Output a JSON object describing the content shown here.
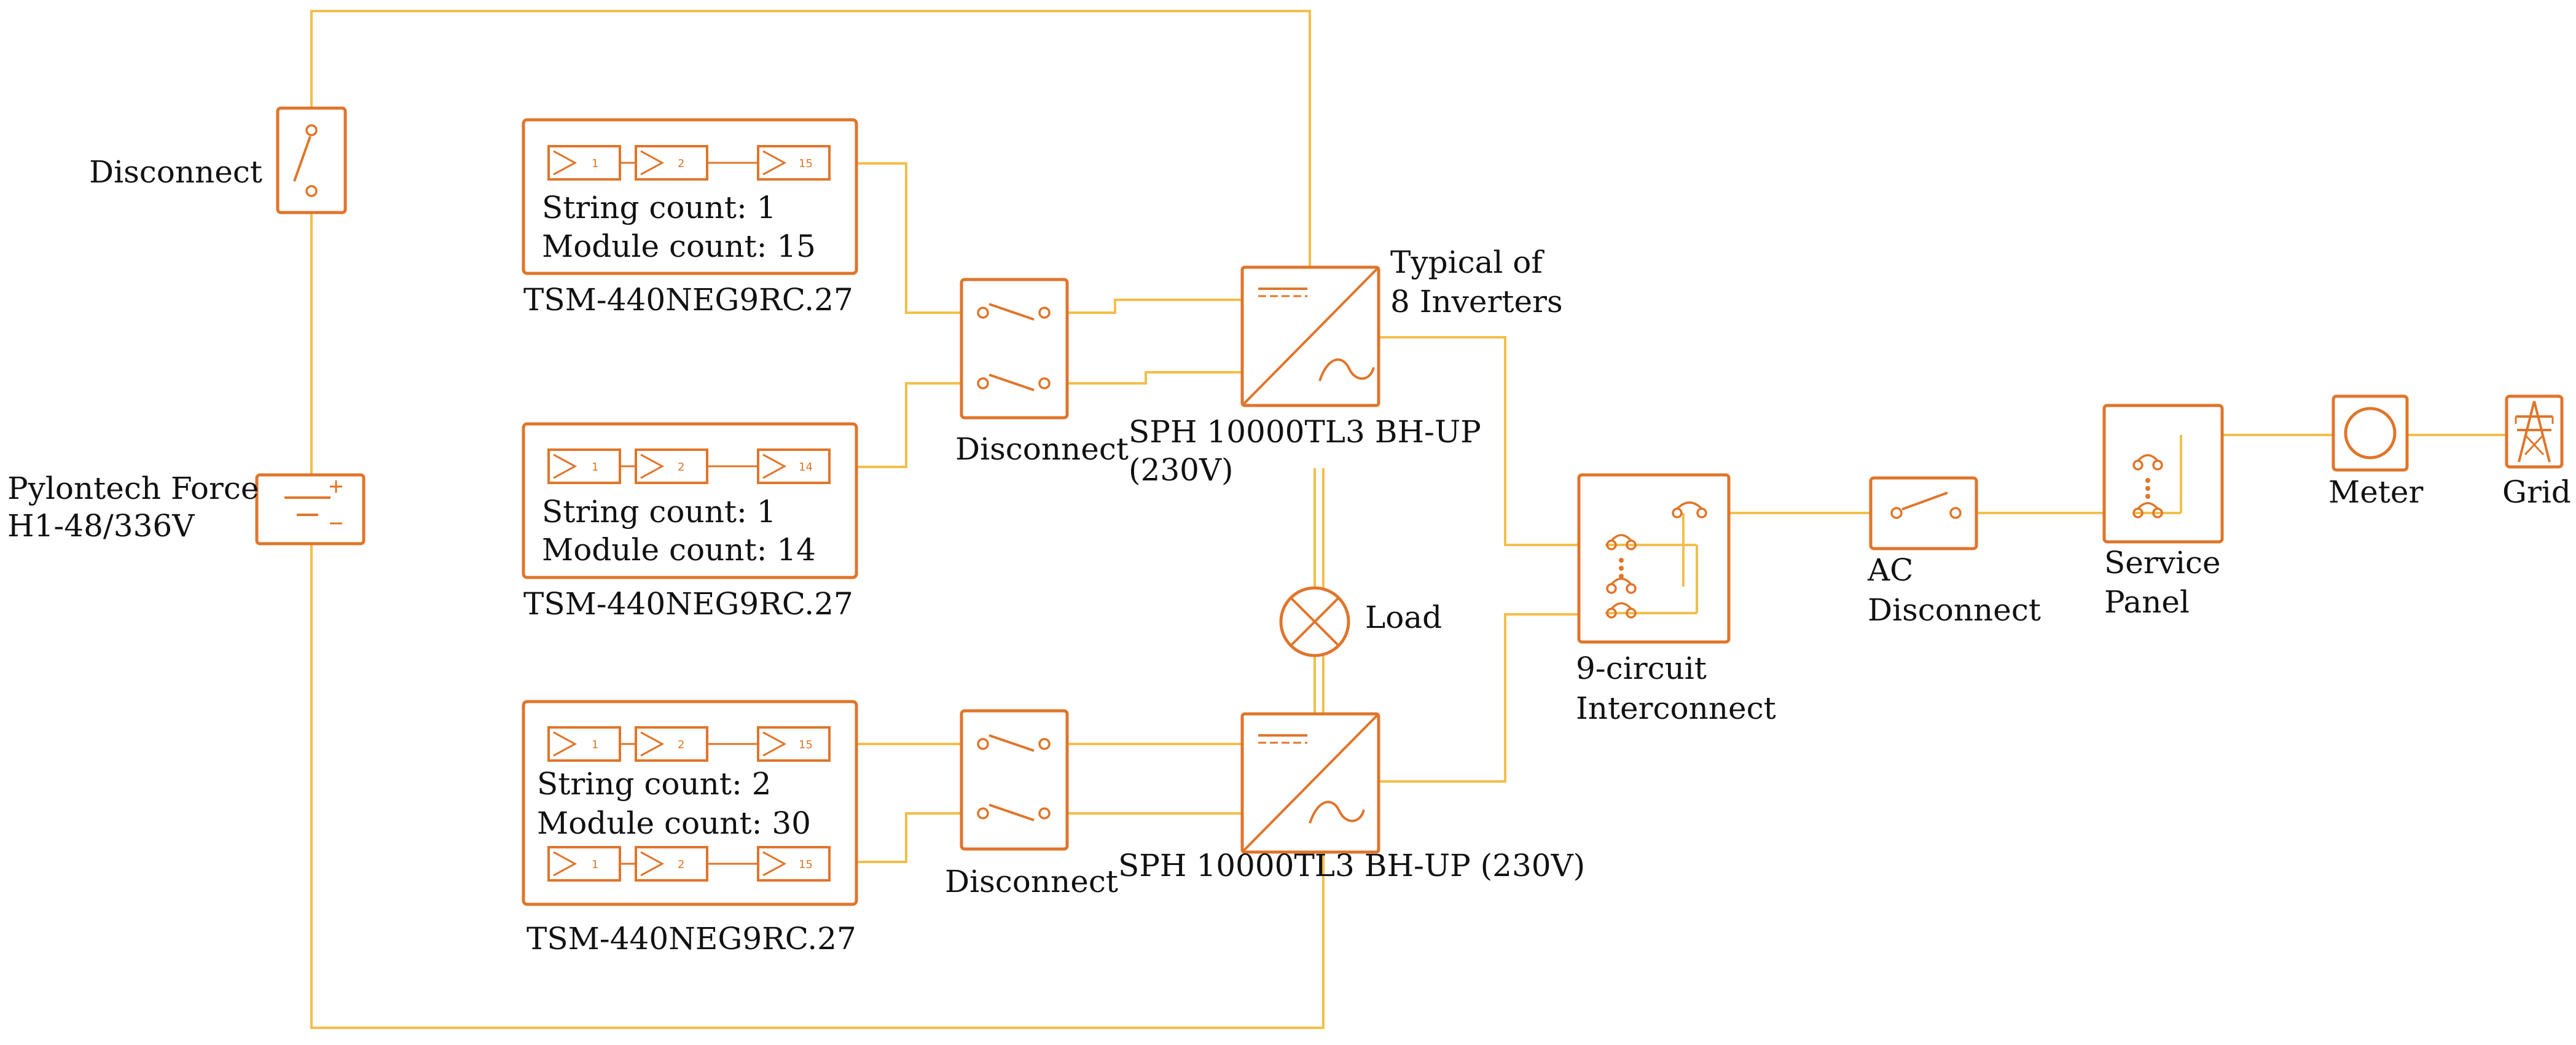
{
  "colors": {
    "wire": "#f3be4a",
    "component": "#e0752a",
    "text": "#111111",
    "background": "#ffffff"
  },
  "labels": {
    "battery_disconnect": "Disconnect",
    "battery_line1": "Pylontech Force",
    "battery_line2": "H1-48/336V",
    "typical_line1": "Typical of",
    "typical_line2": "8 Inverters",
    "inverter1_line1": "SPH 10000TL3 BH-UP",
    "inverter1_line2": "(230V)",
    "inverter2": "SPH 10000TL3 BH-UP (230V)",
    "dc_disconnect1": "Disconnect",
    "dc_disconnect2": "Disconnect",
    "load": "Load",
    "interconnect_line1": "9-circuit",
    "interconnect_line2": "Interconnect",
    "ac_disconnect_line1": "AC",
    "ac_disconnect_line2": "Disconnect",
    "service_line1": "Service",
    "service_line2": "Panel",
    "meter": "Meter",
    "grid": "Grid"
  },
  "arrays": [
    {
      "model": "TSM-440NEG9RC.27",
      "string_count": "String count: 1",
      "module_count": "Module count: 15",
      "strings": [
        [
          "1",
          "2",
          "15"
        ]
      ]
    },
    {
      "model": "TSM-440NEG9RC.27",
      "string_count": "String count: 1",
      "module_count": "Module count: 14",
      "strings": [
        [
          "1",
          "2",
          "14"
        ]
      ]
    },
    {
      "model": "TSM-440NEG9RC.27",
      "string_count": "String count: 2",
      "module_count": "Module count: 30",
      "strings": [
        [
          "1",
          "2",
          "15"
        ],
        [
          "1",
          "2",
          "15"
        ]
      ]
    }
  ]
}
